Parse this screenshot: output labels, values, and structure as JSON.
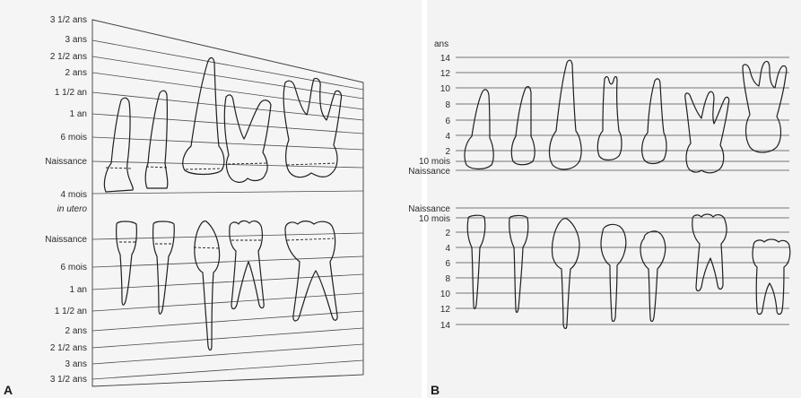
{
  "panel_a": {
    "letter": "A",
    "upper_labels": [
      "3 1/2 ans",
      "3 ans",
      "2 1/2 ans",
      "2 ans",
      "1 1/2 an",
      "1 an",
      "6 mois",
      "Naissance",
      "4 mois",
      "in utero"
    ],
    "lower_labels": [
      "Naissance",
      "6 mois",
      "1 an",
      "1 1/2 an",
      "2 ans",
      "2 1/2 ans",
      "3 ans",
      "3 1/2 ans"
    ]
  },
  "panel_b": {
    "letter": "B",
    "unit": "ans",
    "upper_labels": [
      "14",
      "12",
      "10",
      "8",
      "6",
      "4",
      "2",
      "10 mois",
      "Naissance"
    ],
    "lower_labels": [
      "Naissance",
      "10 mois",
      "2",
      "4",
      "6",
      "8",
      "10",
      "12",
      "14"
    ]
  },
  "colors": {
    "line": "#4a4a4a",
    "tooth_outline": "#1f1f1f",
    "text": "#2a2a2a"
  }
}
